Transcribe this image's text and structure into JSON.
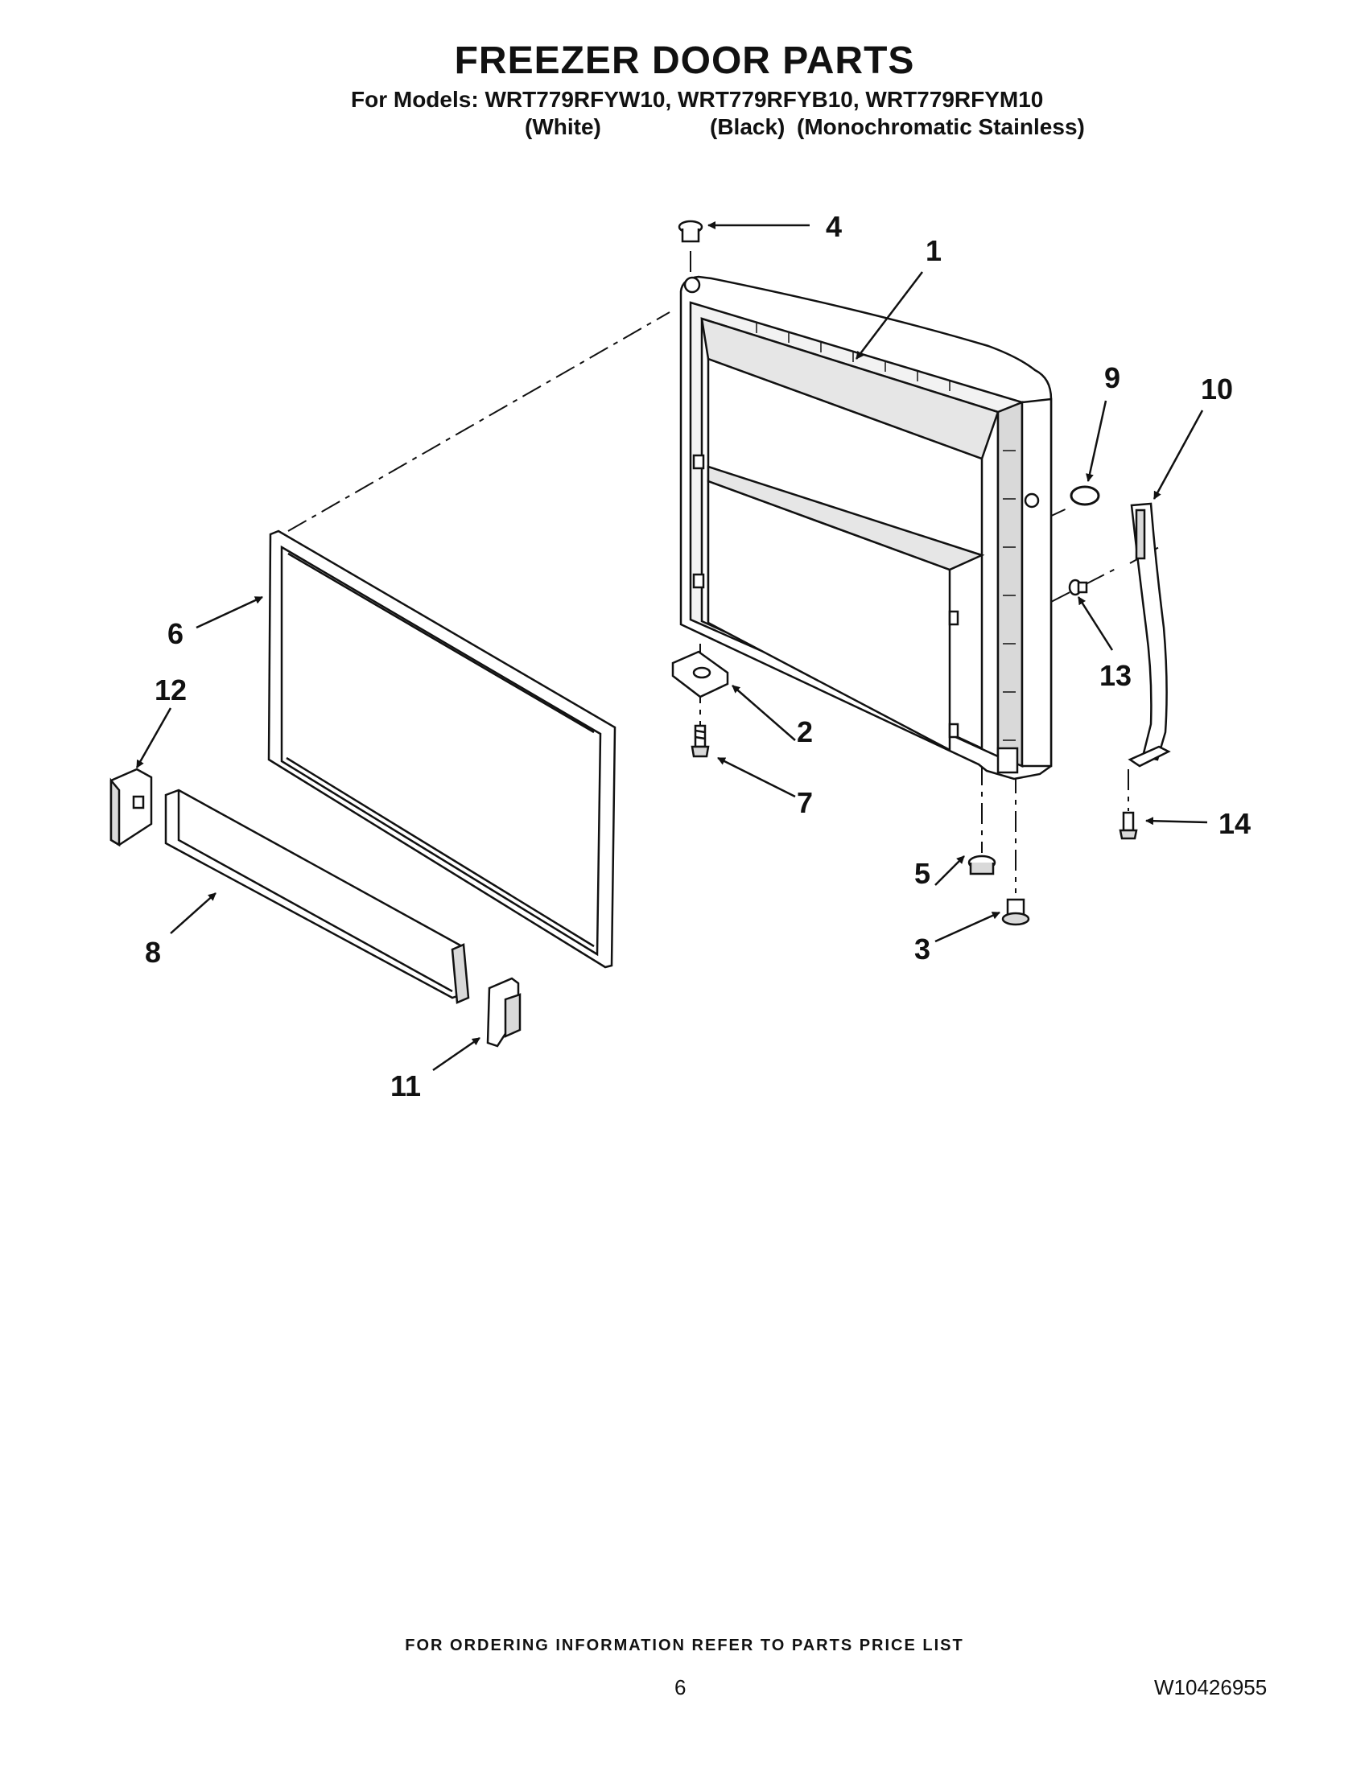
{
  "header": {
    "title": "FREEZER DOOR PARTS",
    "models_line": "For Models: WRT779RFYW10, WRT779RFYB10, WRT779RFYM10",
    "variants": [
      "(White)",
      "(Black)",
      "(Monochromatic Stainless)"
    ]
  },
  "diagram": {
    "callouts": [
      "1",
      "2",
      "3",
      "4",
      "5",
      "6",
      "7",
      "8",
      "9",
      "10",
      "11",
      "12",
      "13",
      "14"
    ]
  },
  "footer": {
    "ordering_note": "FOR ORDERING INFORMATION REFER TO PARTS PRICE LIST",
    "page_number": "6",
    "document_code": "W10426955"
  },
  "colors": {
    "ink": "#111111",
    "panel": "#f2f2f2",
    "shade": "#d9d9d9",
    "background": "#ffffff"
  }
}
